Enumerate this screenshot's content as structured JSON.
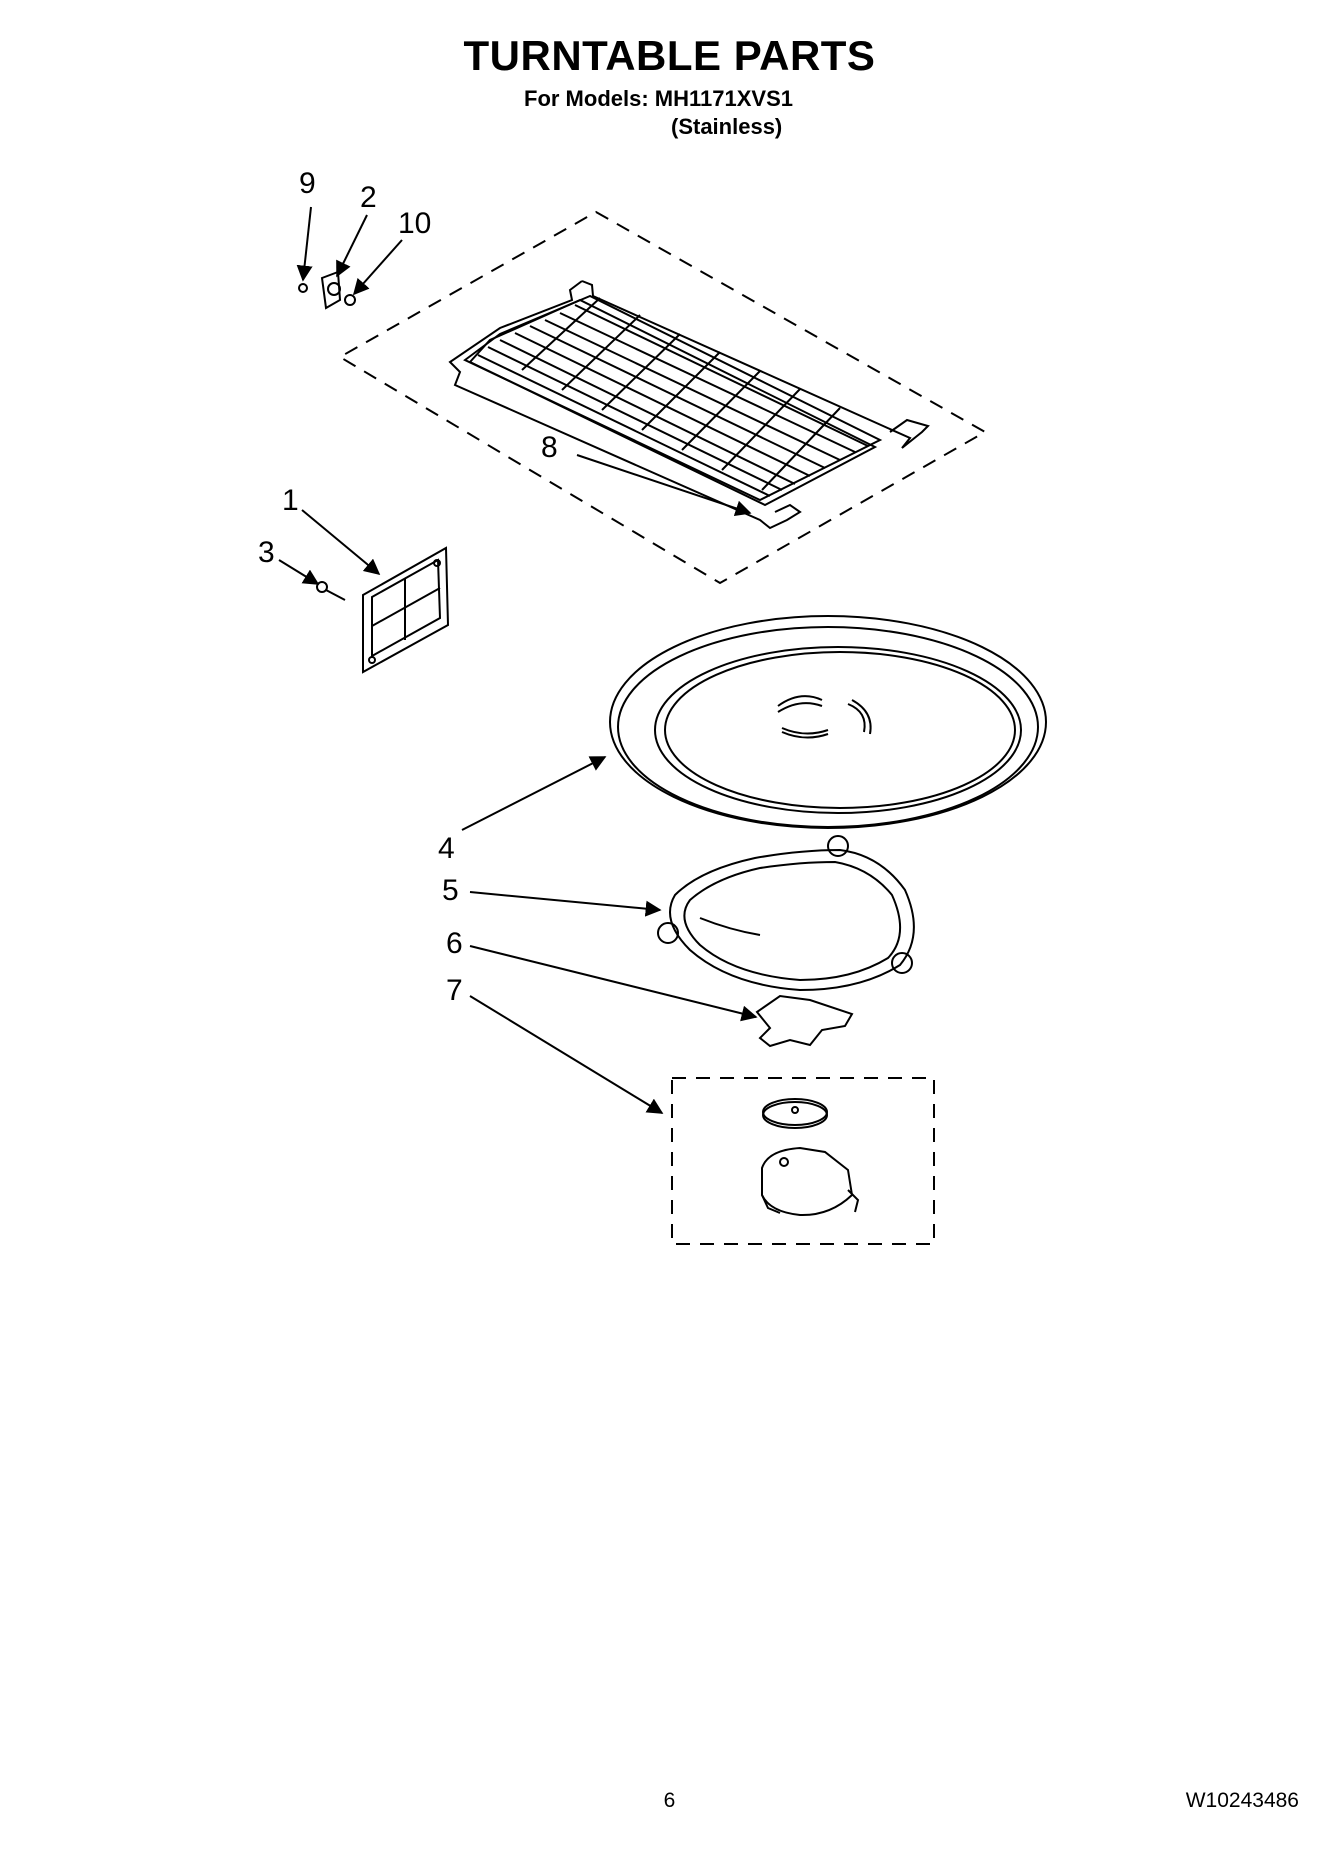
{
  "header": {
    "title": "TURNTABLE PARTS",
    "models_line": "For Models: MH1171XVS1",
    "finish_line": "(Stainless)"
  },
  "callouts": [
    "9",
    "2",
    "10",
    "8",
    "1",
    "3",
    "4",
    "5",
    "6",
    "7"
  ],
  "footer": {
    "page_number": "6",
    "doc_number": "W10243486"
  }
}
